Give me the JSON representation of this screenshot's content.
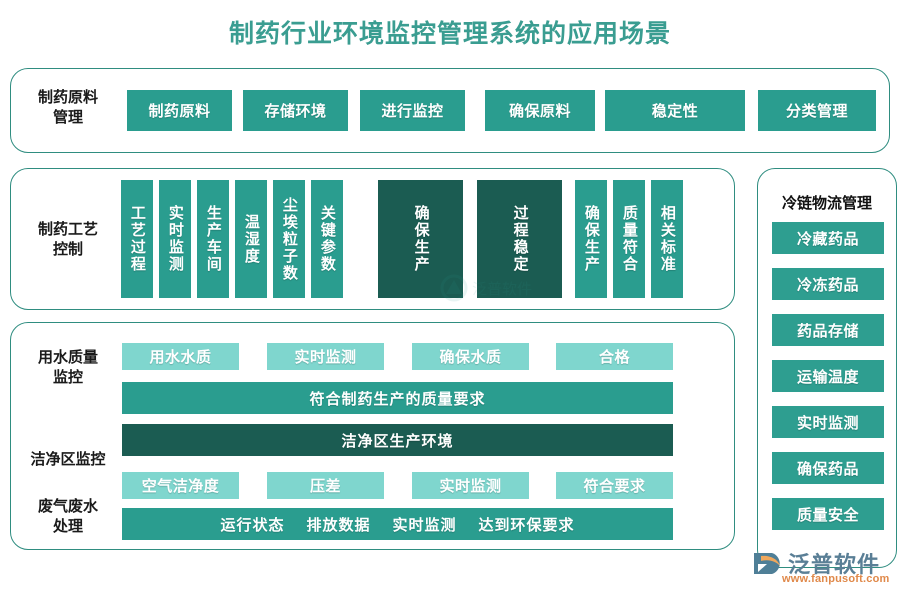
{
  "page": {
    "title": "制药行业环境监控管理系统的应用场景",
    "brand": {
      "name": "泛普软件",
      "url": "www.fanpusoft.com",
      "logo_icon": "fanpu-logo-icon"
    },
    "colors": {
      "title": "#3a9d91",
      "teal": "#2a9d8f",
      "dark_teal": "#1b5c52",
      "light_teal": "#7fd6ce",
      "border": "#2f8d80",
      "background": "#ffffff"
    }
  },
  "sections": {
    "raw_material": {
      "label": "制药原料\n管理",
      "chips": [
        "制药原料",
        "存储环境",
        "进行监控",
        "确保原料",
        "稳定性",
        "分类管理"
      ]
    },
    "process_control": {
      "label": "制药工艺\n控制",
      "chips": [
        "工艺过程",
        "实时监测",
        "生产车间",
        "温湿度",
        "尘埃粒子数",
        "关键参数",
        "确保生产",
        "过程稳定",
        "确保生产",
        "质量符合",
        "相关标准"
      ]
    },
    "water_quality": {
      "label": "用水质量\n监控",
      "chips": [
        "用水水质",
        "实时监测",
        "确保水质",
        "合格"
      ],
      "bar": "符合制药生产的质量要求"
    },
    "clean_area": {
      "label": "洁净区监控",
      "bar": "洁净区生产环境",
      "chips": [
        "空气洁净度",
        "压差",
        "实时监测",
        "符合要求"
      ]
    },
    "waste_treatment": {
      "label": "废气废水\n处理",
      "bar_segments": [
        "运行状态",
        "排放数据",
        "实时监测",
        "达到环保要求"
      ]
    },
    "cold_chain": {
      "title": "冷链物流管理",
      "chips": [
        "冷藏药品",
        "冷冻药品",
        "药品存储",
        "运输温度",
        "实时监测",
        "确保药品",
        "质量安全"
      ]
    }
  }
}
